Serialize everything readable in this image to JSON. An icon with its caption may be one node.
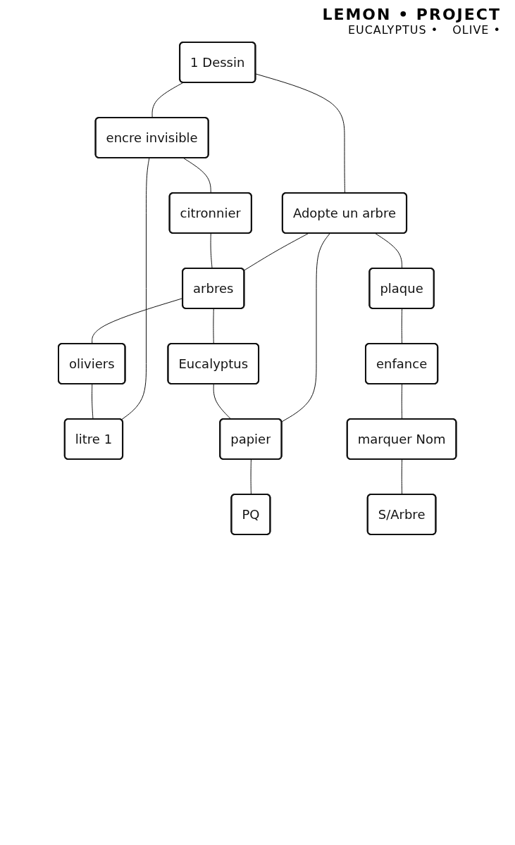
{
  "diagram": {
    "title": "LEMON • PROJECT",
    "nodes": [
      {
        "text": [
          "1 Dessin"
        ]
      },
      {
        "text": [
          "encre invisible"
        ]
      },
      {
        "text": [
          "Adopte un arbre"
        ]
      },
      {
        "text": [
          "citronnier"
        ]
      },
      {
        "text": [
          "arbres"
        ]
      },
      {
        "text": [
          "oliviers"
        ]
      },
      {
        "text": [
          "litre 1"
        ]
      },
      {
        "text": [
          "Eucalyptus"
        ]
      },
      {
        "text": [
          "PQ"
        ]
      },
      {
        "text": [
          "papier"
        ]
      },
      {
        "text": [
          "enfance"
        ]
      },
      {
        "text": [
          "plaque"
        ]
      },
      {
        "text": [
          "marquer Nom"
        ]
      },
      {
        "text": [
          "S/Arbre"
        ]
      }
    ],
    "edges": [
      {
        "from": 0,
        "to": 1,
        "arrow": "none"
      },
      {
        "from": 0,
        "to": 2,
        "arrow": "none"
      },
      {
        "from": 1,
        "to": 3,
        "arrow": "none"
      },
      {
        "from": 1,
        "to": 6,
        "arrow": "none"
      },
      {
        "from": 2,
        "to": 9,
        "arrow": "none"
      },
      {
        "from": 2,
        "to": 4,
        "arrow": "none"
      },
      {
        "from": 3,
        "to": 4,
        "arrow": "none"
      },
      {
        "from": 4,
        "to": 5,
        "arrow": "none"
      },
      {
        "from": 4,
        "to": 7,
        "arrow": "none"
      },
      {
        "from": 5,
        "to": 6,
        "arrow": "none"
      },
      {
        "from": 7,
        "to": 9,
        "arrow": "none"
      },
      {
        "from": 9,
        "to": 8,
        "arrow": "none"
      },
      {
        "from": 2,
        "to": 11,
        "arrow": "none"
      },
      {
        "from": 11,
        "to": 10,
        "arrow": "none"
      },
      {
        "from": 10,
        "to": 12,
        "arrow": "none"
      },
      {
        "from": 12,
        "to": 13,
        "arrow": "none"
      }
    ],
    "labels": [
      "EUCALYPTUS •",
      "OLIVE •"
    ]
  }
}
